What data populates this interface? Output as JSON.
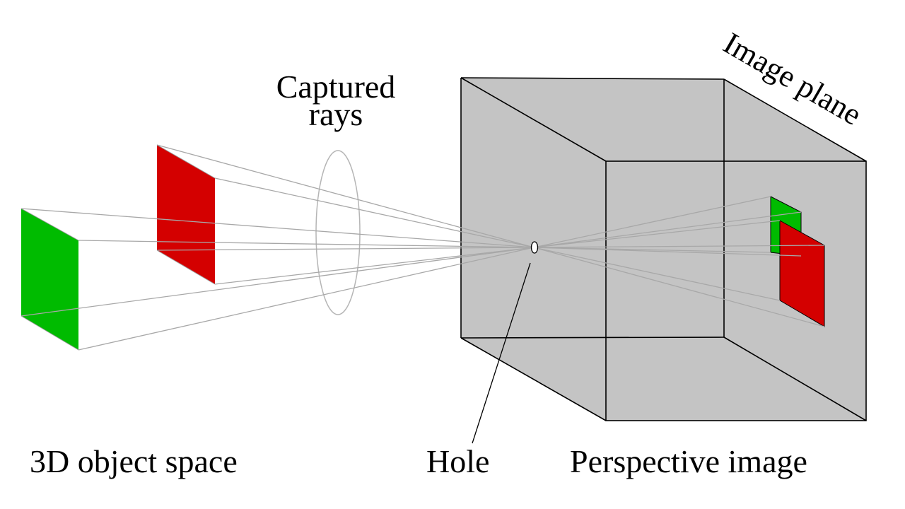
{
  "labels": {
    "captured_rays_line1": "Captured",
    "captured_rays_line2": "rays",
    "image_plane": "Image plane",
    "object_space": "3D object space",
    "hole": "Hole",
    "perspective_image": "Perspective image"
  },
  "colors": {
    "box_fill": "#c4c4c4",
    "box_edge": "#000000",
    "ray": "#a8a8a8",
    "green_object": "#00bb00",
    "red_object": "#d40000",
    "background": "#ffffff"
  }
}
